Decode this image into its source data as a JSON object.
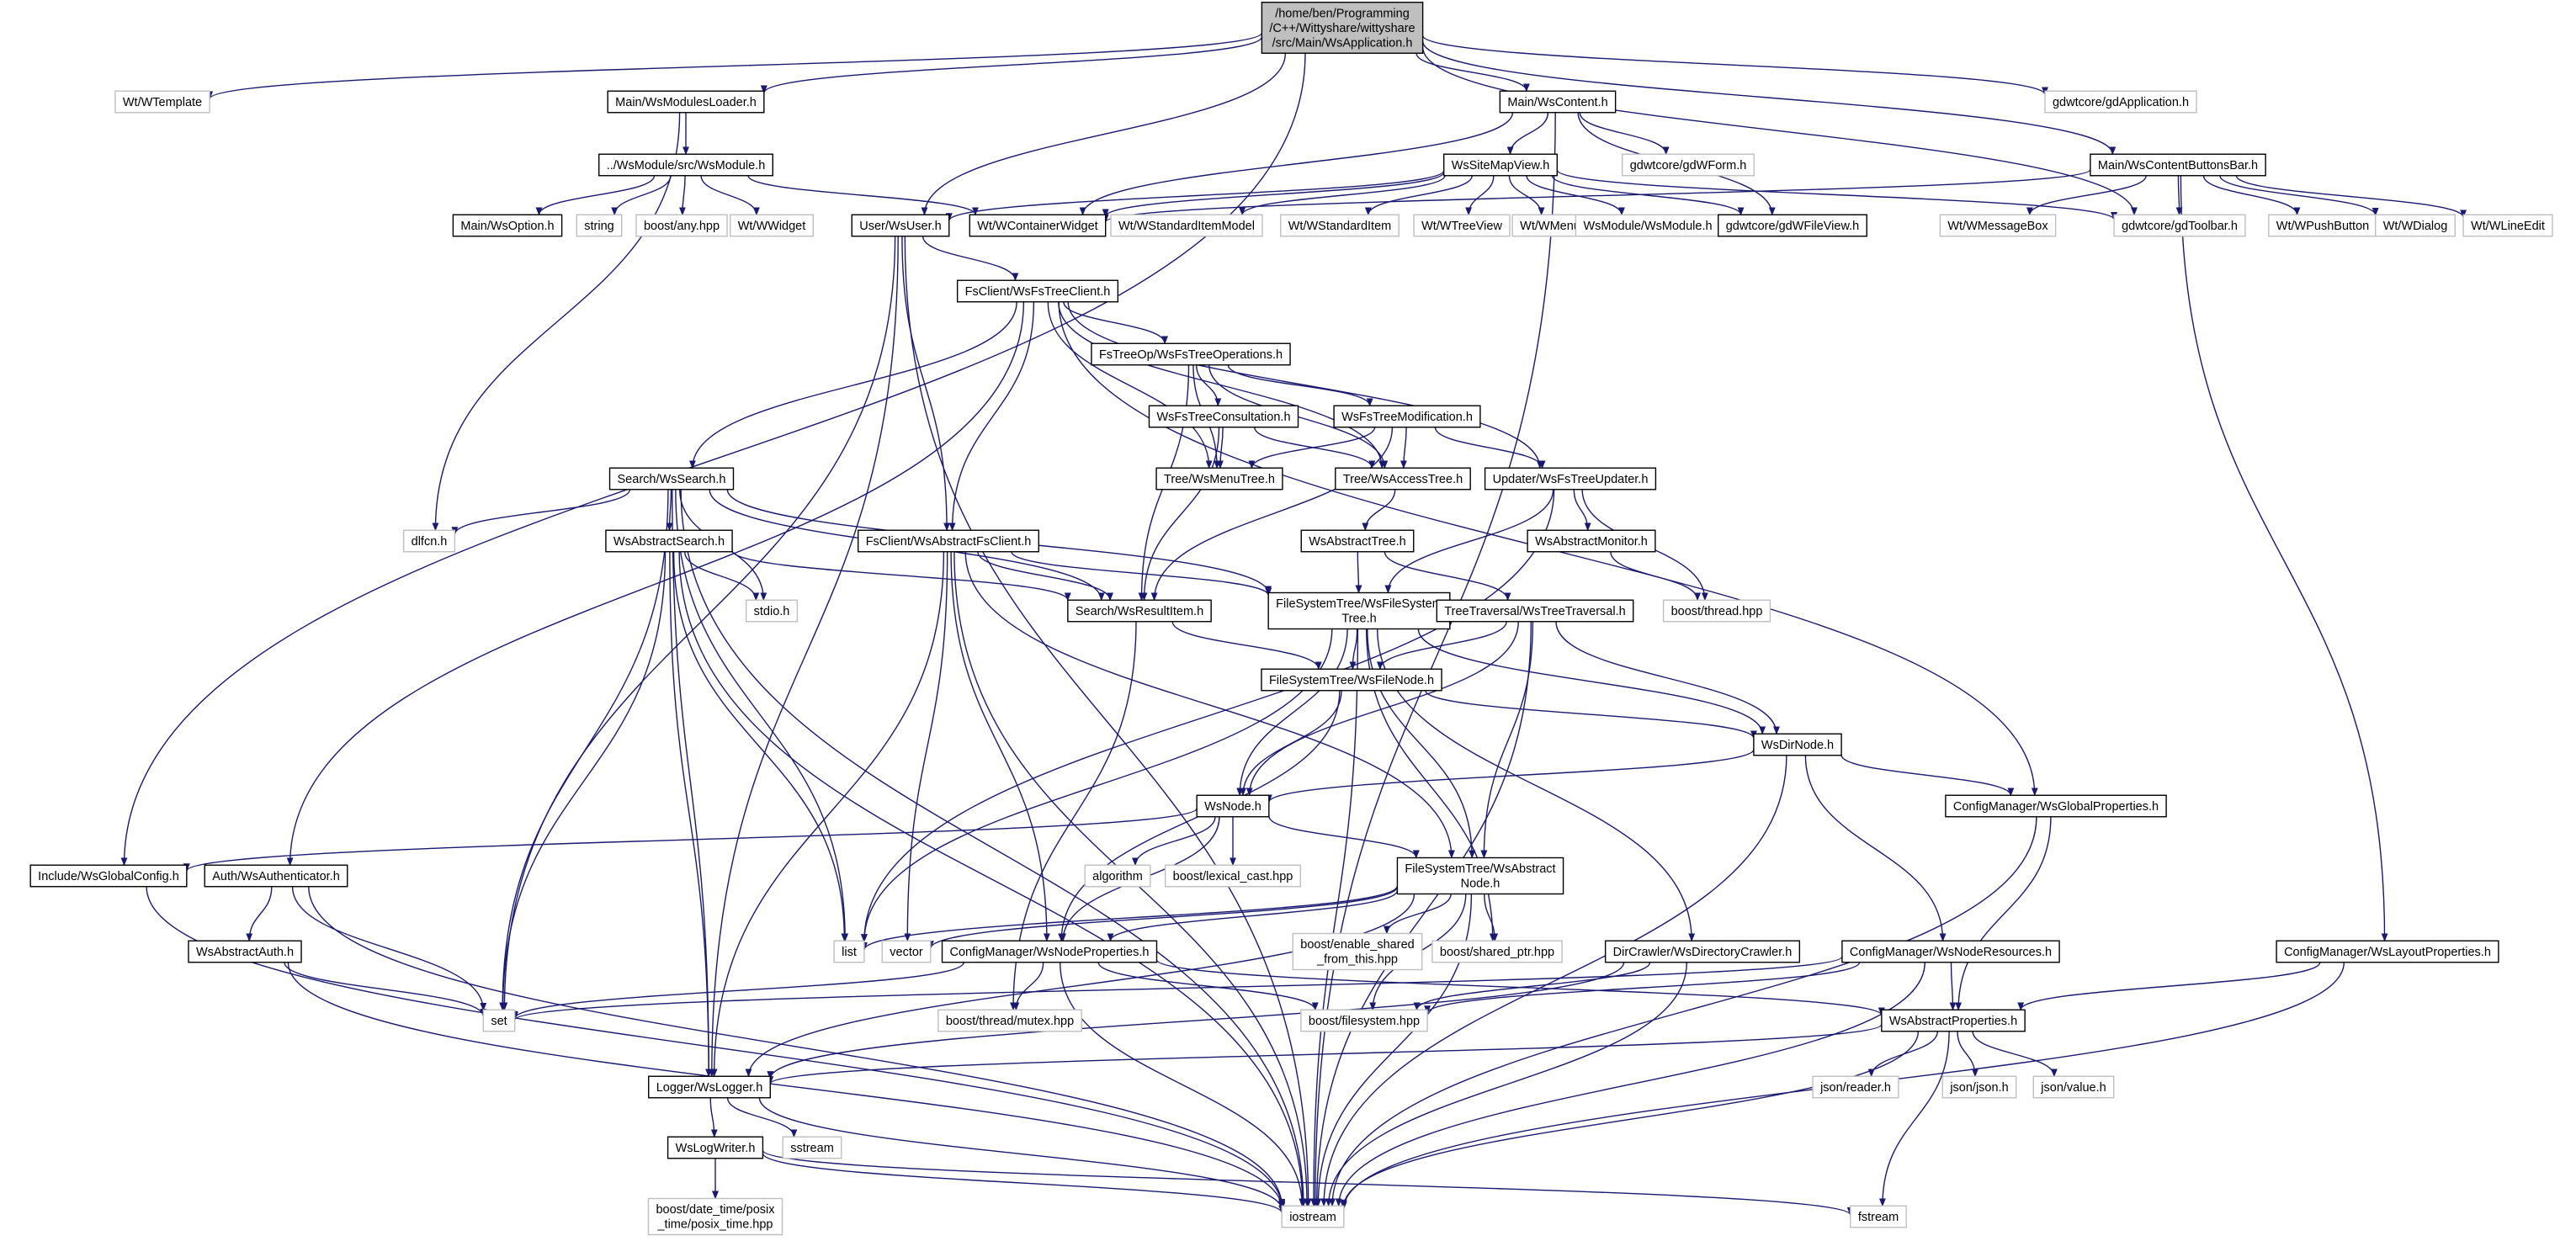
{
  "nodes": [
    {
      "id": "root",
      "lines": [
        "/home/ben/Programming",
        "/C++/Wittyshare/wittyshare",
        "/src/Main/WsApplication.h"
      ],
      "style": "root"
    },
    {
      "id": "wtemplate",
      "lines": [
        "Wt/WTemplate"
      ],
      "style": "external"
    },
    {
      "id": "modulesloader",
      "lines": [
        "Main/WsModulesLoader.h"
      ],
      "style": "local"
    },
    {
      "id": "wscontent",
      "lines": [
        "Main/WsContent.h"
      ],
      "style": "local"
    },
    {
      "id": "gdapplication",
      "lines": [
        "gdwtcore/gdApplication.h"
      ],
      "style": "external"
    },
    {
      "id": "wsmodule",
      "lines": [
        "../WsModule/src/WsModule.h"
      ],
      "style": "local"
    },
    {
      "id": "sitemapview",
      "lines": [
        "WsSiteMapView.h"
      ],
      "style": "local"
    },
    {
      "id": "gdwform",
      "lines": [
        "gdwtcore/gdWForm.h"
      ],
      "style": "external"
    },
    {
      "id": "contentbuttonsbar",
      "lines": [
        "Main/WsContentButtonsBar.h"
      ],
      "style": "local"
    },
    {
      "id": "wsoption",
      "lines": [
        "Main/WsOption.h"
      ],
      "style": "local"
    },
    {
      "id": "string",
      "lines": [
        "string"
      ],
      "style": "external"
    },
    {
      "id": "boostany",
      "lines": [
        "boost/any.hpp"
      ],
      "style": "external"
    },
    {
      "id": "wwidget",
      "lines": [
        "Wt/WWidget"
      ],
      "style": "external"
    },
    {
      "id": "wcontainerwidget",
      "lines": [
        "Wt/WContainerWidget"
      ],
      "style": "local"
    },
    {
      "id": "wsuser",
      "lines": [
        "User/WsUser.h"
      ],
      "style": "local"
    },
    {
      "id": "wstandarditemmodel",
      "lines": [
        "Wt/WStandardItemModel"
      ],
      "style": "external"
    },
    {
      "id": "wstandarditem",
      "lines": [
        "Wt/WStandardItem"
      ],
      "style": "external"
    },
    {
      "id": "wtreeview",
      "lines": [
        "Wt/WTreeView"
      ],
      "style": "external"
    },
    {
      "id": "wmenu",
      "lines": [
        "Wt/WMenu"
      ],
      "style": "external"
    },
    {
      "id": "wsmoduleh",
      "lines": [
        "WsModule/WsModule.h"
      ],
      "style": "external"
    },
    {
      "id": "gdwfileview",
      "lines": [
        "gdwtcore/gdWFileView.h"
      ],
      "style": "local"
    },
    {
      "id": "wmessagebox",
      "lines": [
        "Wt/WMessageBox"
      ],
      "style": "external"
    },
    {
      "id": "gdtoolbar",
      "lines": [
        "gdwtcore/gdToolbar.h"
      ],
      "style": "external"
    },
    {
      "id": "wpushbutton",
      "lines": [
        "Wt/WPushButton"
      ],
      "style": "external"
    },
    {
      "id": "wdialog",
      "lines": [
        "Wt/WDialog"
      ],
      "style": "external"
    },
    {
      "id": "wlineedit",
      "lines": [
        "Wt/WLineEdit"
      ],
      "style": "external"
    },
    {
      "id": "fstreeclient",
      "lines": [
        "FsClient/WsFsTreeClient.h"
      ],
      "style": "local"
    },
    {
      "id": "fstreeoperations",
      "lines": [
        "FsTreeOp/WsFsTreeOperations.h"
      ],
      "style": "local"
    },
    {
      "id": "fstreeconsultation",
      "lines": [
        "WsFsTreeConsultation.h"
      ],
      "style": "local"
    },
    {
      "id": "fstreemodification",
      "lines": [
        "WsFsTreeModification.h"
      ],
      "style": "local"
    },
    {
      "id": "wssearch",
      "lines": [
        "Search/WsSearch.h"
      ],
      "style": "local"
    },
    {
      "id": "wsmenutree",
      "lines": [
        "Tree/WsMenuTree.h"
      ],
      "style": "local"
    },
    {
      "id": "wsaccesstree",
      "lines": [
        "Tree/WsAccessTree.h"
      ],
      "style": "local"
    },
    {
      "id": "fstreeupdater",
      "lines": [
        "Updater/WsFsTreeUpdater.h"
      ],
      "style": "local"
    },
    {
      "id": "dlfcn",
      "lines": [
        "dlfcn.h"
      ],
      "style": "external"
    },
    {
      "id": "abstractsearch",
      "lines": [
        "WsAbstractSearch.h"
      ],
      "style": "local"
    },
    {
      "id": "abstractfsclient",
      "lines": [
        "FsClient/WsAbstractFsClient.h"
      ],
      "style": "local"
    },
    {
      "id": "abstracttree",
      "lines": [
        "WsAbstractTree.h"
      ],
      "style": "local"
    },
    {
      "id": "abstractmonitor",
      "lines": [
        "WsAbstractMonitor.h"
      ],
      "style": "local"
    },
    {
      "id": "stdio",
      "lines": [
        "stdio.h"
      ],
      "style": "external"
    },
    {
      "id": "resultitem",
      "lines": [
        "Search/WsResultItem.h"
      ],
      "style": "local"
    },
    {
      "id": "filesystemtree",
      "lines": [
        "FileSystemTree/WsFileSystem",
        "Tree.h"
      ],
      "style": "local"
    },
    {
      "id": "treetraversal",
      "lines": [
        "TreeTraversal/WsTreeTraversal.h"
      ],
      "style": "local"
    },
    {
      "id": "boostthread",
      "lines": [
        "boost/thread.hpp"
      ],
      "style": "external"
    },
    {
      "id": "wsfilenode",
      "lines": [
        "FileSystemTree/WsFileNode.h"
      ],
      "style": "local"
    },
    {
      "id": "wsdirnode",
      "lines": [
        "WsDirNode.h"
      ],
      "style": "local"
    },
    {
      "id": "wsnode",
      "lines": [
        "WsNode.h"
      ],
      "style": "local"
    },
    {
      "id": "globalproperties",
      "lines": [
        "ConfigManager/WsGlobalProperties.h"
      ],
      "style": "local"
    },
    {
      "id": "globalconfig",
      "lines": [
        "Include/WsGlobalConfig.h"
      ],
      "style": "local"
    },
    {
      "id": "authenticator",
      "lines": [
        "Auth/WsAuthenticator.h"
      ],
      "style": "local"
    },
    {
      "id": "algorithm",
      "lines": [
        "algorithm"
      ],
      "style": "external"
    },
    {
      "id": "lexicalcast",
      "lines": [
        "boost/lexical_cast.hpp"
      ],
      "style": "external"
    },
    {
      "id": "abstractnode",
      "lines": [
        "FileSystemTree/WsAbstract",
        "Node.h"
      ],
      "style": "local"
    },
    {
      "id": "abstractauth",
      "lines": [
        "WsAbstractAuth.h"
      ],
      "style": "local"
    },
    {
      "id": "list",
      "lines": [
        "list"
      ],
      "style": "external"
    },
    {
      "id": "vector",
      "lines": [
        "vector"
      ],
      "style": "external"
    },
    {
      "id": "nodeproperties",
      "lines": [
        "ConfigManager/WsNodeProperties.h"
      ],
      "style": "local"
    },
    {
      "id": "enableshared",
      "lines": [
        "boost/enable_shared",
        "_from_this.hpp"
      ],
      "style": "external"
    },
    {
      "id": "sharedptr",
      "lines": [
        "boost/shared_ptr.hpp"
      ],
      "style": "external"
    },
    {
      "id": "directorycrawler",
      "lines": [
        "DirCrawler/WsDirectoryCrawler.h"
      ],
      "style": "local"
    },
    {
      "id": "noderesources",
      "lines": [
        "ConfigManager/WsNodeResources.h"
      ],
      "style": "local"
    },
    {
      "id": "layoutproperties",
      "lines": [
        "ConfigManager/WsLayoutProperties.h"
      ],
      "style": "local"
    },
    {
      "id": "set",
      "lines": [
        "set"
      ],
      "style": "external"
    },
    {
      "id": "mutex",
      "lines": [
        "boost/thread/mutex.hpp"
      ],
      "style": "external"
    },
    {
      "id": "filesystem",
      "lines": [
        "boost/filesystem.hpp"
      ],
      "style": "external"
    },
    {
      "id": "abstractproperties",
      "lines": [
        "WsAbstractProperties.h"
      ],
      "style": "local"
    },
    {
      "id": "wslogger",
      "lines": [
        "Logger/WsLogger.h"
      ],
      "style": "local"
    },
    {
      "id": "jsonreader",
      "lines": [
        "json/reader.h"
      ],
      "style": "external"
    },
    {
      "id": "jsonjson",
      "lines": [
        "json/json.h"
      ],
      "style": "external"
    },
    {
      "id": "jsonvalue",
      "lines": [
        "json/value.h"
      ],
      "style": "external"
    },
    {
      "id": "sstream",
      "lines": [
        "sstream"
      ],
      "style": "external"
    },
    {
      "id": "logwriter",
      "lines": [
        "WsLogWriter.h"
      ],
      "style": "local"
    },
    {
      "id": "posixtime",
      "lines": [
        "boost/date_time/posix",
        "_time/posix_time.hpp"
      ],
      "style": "external"
    },
    {
      "id": "iostream",
      "lines": [
        "iostream"
      ],
      "style": "external"
    },
    {
      "id": "fstream",
      "lines": [
        "fstream"
      ],
      "style": "external"
    }
  ],
  "edges": [
    [
      "root",
      "wtemplate"
    ],
    [
      "root",
      "modulesloader"
    ],
    [
      "root",
      "wscontent"
    ],
    [
      "root",
      "gdapplication"
    ],
    [
      "root",
      "wsuser"
    ],
    [
      "root",
      "contentbuttonsbar"
    ],
    [
      "root",
      "globalconfig"
    ],
    [
      "root",
      "gdtoolbar"
    ],
    [
      "modulesloader",
      "wsmodule"
    ],
    [
      "modulesloader",
      "dlfcn"
    ],
    [
      "wsmodule",
      "wsoption"
    ],
    [
      "wsmodule",
      "string"
    ],
    [
      "wsmodule",
      "boostany"
    ],
    [
      "wsmodule",
      "wwidget"
    ],
    [
      "wsmodule",
      "wcontainerwidget"
    ],
    [
      "wscontent",
      "sitemapview"
    ],
    [
      "wscontent",
      "gdwform"
    ],
    [
      "wscontent",
      "gdwfileview"
    ],
    [
      "wscontent",
      "wcontainerwidget"
    ],
    [
      "wscontent",
      "iostream"
    ],
    [
      "sitemapview",
      "wcontainerwidget"
    ],
    [
      "sitemapview",
      "wstandarditemmodel"
    ],
    [
      "sitemapview",
      "wstandarditem"
    ],
    [
      "sitemapview",
      "wtreeview"
    ],
    [
      "sitemapview",
      "wmenu"
    ],
    [
      "sitemapview",
      "wsmoduleh"
    ],
    [
      "sitemapview",
      "gdwfileview"
    ],
    [
      "sitemapview",
      "gdtoolbar"
    ],
    [
      "sitemapview",
      "wsuser"
    ],
    [
      "contentbuttonsbar",
      "wmessagebox"
    ],
    [
      "contentbuttonsbar",
      "gdtoolbar"
    ],
    [
      "contentbuttonsbar",
      "wpushbutton"
    ],
    [
      "contentbuttonsbar",
      "wdialog"
    ],
    [
      "contentbuttonsbar",
      "wlineedit"
    ],
    [
      "contentbuttonsbar",
      "wcontainerwidget"
    ],
    [
      "contentbuttonsbar",
      "layoutproperties"
    ],
    [
      "wsuser",
      "fstreeclient"
    ],
    [
      "wsuser",
      "abstractfsclient"
    ],
    [
      "wsuser",
      "set"
    ],
    [
      "wsuser",
      "wslogger"
    ],
    [
      "wsuser",
      "iostream"
    ],
    [
      "fstreeclient",
      "fstreeoperations"
    ],
    [
      "fstreeclient",
      "wssearch"
    ],
    [
      "fstreeclient",
      "wsmenutree"
    ],
    [
      "fstreeclient",
      "wsaccesstree"
    ],
    [
      "fstreeclient",
      "fstreeupdater"
    ],
    [
      "fstreeclient",
      "abstractfsclient"
    ],
    [
      "fstreeclient",
      "globalproperties"
    ],
    [
      "fstreeclient",
      "authenticator"
    ],
    [
      "fstreeoperations",
      "fstreeconsultation"
    ],
    [
      "fstreeoperations",
      "fstreemodification"
    ],
    [
      "fstreeoperations",
      "resultitem"
    ],
    [
      "fstreeoperations",
      "wsmenutree"
    ],
    [
      "fstreeoperations",
      "wsaccesstree"
    ],
    [
      "fstreeconsultation",
      "wsmenutree"
    ],
    [
      "fstreeconsultation",
      "wsaccesstree"
    ],
    [
      "fstreeconsultation",
      "resultitem"
    ],
    [
      "fstreemodification",
      "wsmenutree"
    ],
    [
      "fstreemodification",
      "wsaccesstree"
    ],
    [
      "fstreemodification",
      "fstreeupdater"
    ],
    [
      "fstreemodification",
      "resultitem"
    ],
    [
      "wsaccesstree",
      "abstracttree"
    ],
    [
      "abstracttree",
      "filesystemtree"
    ],
    [
      "abstracttree",
      "treetraversal"
    ],
    [
      "fstreeupdater",
      "abstractmonitor"
    ],
    [
      "fstreeupdater",
      "boostthread"
    ],
    [
      "fstreeupdater",
      "filesystemtree"
    ],
    [
      "fstreeupdater",
      "list"
    ],
    [
      "abstractmonitor",
      "boostthread"
    ],
    [
      "wssearch",
      "abstractsearch"
    ],
    [
      "wssearch",
      "dlfcn"
    ],
    [
      "wssearch",
      "stdio"
    ],
    [
      "wssearch",
      "resultitem"
    ],
    [
      "wssearch",
      "filesystemtree"
    ],
    [
      "wssearch",
      "set"
    ],
    [
      "wssearch",
      "list"
    ],
    [
      "wssearch",
      "wslogger"
    ],
    [
      "wssearch",
      "iostream"
    ],
    [
      "abstractsearch",
      "stdio"
    ],
    [
      "abstractsearch",
      "resultitem"
    ],
    [
      "abstractsearch",
      "set"
    ],
    [
      "abstractsearch",
      "list"
    ],
    [
      "abstractsearch",
      "wslogger"
    ],
    [
      "abstractsearch",
      "iostream"
    ],
    [
      "abstractfsclient",
      "resultitem"
    ],
    [
      "abstractfsclient",
      "filesystemtree"
    ],
    [
      "abstractfsclient",
      "abstractnode"
    ],
    [
      "abstractfsclient",
      "vector"
    ],
    [
      "abstractfsclient",
      "nodeproperties"
    ],
    [
      "abstractfsclient",
      "wslogger"
    ],
    [
      "abstractfsclient",
      "iostream"
    ],
    [
      "resultitem",
      "wsfilenode"
    ],
    [
      "resultitem",
      "mutex"
    ],
    [
      "filesystemtree",
      "wsfilenode"
    ],
    [
      "filesystemtree",
      "wsdirnode"
    ],
    [
      "filesystemtree",
      "wsnode"
    ],
    [
      "filesystemtree",
      "abstractnode"
    ],
    [
      "filesystemtree",
      "directorycrawler"
    ],
    [
      "filesystemtree",
      "sharedptr"
    ],
    [
      "filesystemtree",
      "list"
    ],
    [
      "filesystemtree",
      "iostream"
    ],
    [
      "treetraversal",
      "wsfilenode"
    ],
    [
      "treetraversal",
      "wsdirnode"
    ],
    [
      "treetraversal",
      "wsnode"
    ],
    [
      "treetraversal",
      "abstractnode"
    ],
    [
      "treetraversal",
      "iostream"
    ],
    [
      "wsfilenode",
      "wsnode"
    ],
    [
      "wsfilenode",
      "wsdirnode"
    ],
    [
      "wsfilenode",
      "nodeproperties"
    ],
    [
      "wsdirnode",
      "wsnode"
    ],
    [
      "wsdirnode",
      "globalproperties"
    ],
    [
      "wsdirnode",
      "noderesources"
    ],
    [
      "wsdirnode",
      "iostream"
    ],
    [
      "wsnode",
      "abstractnode"
    ],
    [
      "wsnode",
      "algorithm"
    ],
    [
      "wsnode",
      "lexicalcast"
    ],
    [
      "wsnode",
      "globalconfig"
    ],
    [
      "wsnode",
      "nodeproperties"
    ],
    [
      "abstractnode",
      "nodeproperties"
    ],
    [
      "abstractnode",
      "list"
    ],
    [
      "abstractnode",
      "vector"
    ],
    [
      "abstractnode",
      "enableshared"
    ],
    [
      "abstractnode",
      "sharedptr"
    ],
    [
      "abstractnode",
      "filesystem"
    ],
    [
      "abstractnode",
      "wslogger"
    ],
    [
      "abstractnode",
      "iostream"
    ],
    [
      "nodeproperties",
      "set"
    ],
    [
      "nodeproperties",
      "mutex"
    ],
    [
      "nodeproperties",
      "filesystem"
    ],
    [
      "nodeproperties",
      "abstractproperties"
    ],
    [
      "nodeproperties",
      "iostream"
    ],
    [
      "globalproperties",
      "abstractproperties"
    ],
    [
      "globalproperties",
      "iostream"
    ],
    [
      "noderesources",
      "abstractproperties"
    ],
    [
      "noderesources",
      "set"
    ],
    [
      "noderesources",
      "filesystem"
    ],
    [
      "noderesources",
      "iostream"
    ],
    [
      "layoutproperties",
      "abstractproperties"
    ],
    [
      "layoutproperties",
      "iostream"
    ],
    [
      "directorycrawler",
      "filesystem"
    ],
    [
      "directorycrawler",
      "wslogger"
    ],
    [
      "directorycrawler",
      "iostream"
    ],
    [
      "abstractproperties",
      "wslogger"
    ],
    [
      "abstractproperties",
      "jsonreader"
    ],
    [
      "abstractproperties",
      "jsonjson"
    ],
    [
      "abstractproperties",
      "jsonvalue"
    ],
    [
      "abstractproperties",
      "iostream"
    ],
    [
      "abstractproperties",
      "fstream"
    ],
    [
      "globalconfig",
      "iostream"
    ],
    [
      "authenticator",
      "abstractauth"
    ],
    [
      "authenticator",
      "set"
    ],
    [
      "authenticator",
      "iostream"
    ],
    [
      "abstractauth",
      "set"
    ],
    [
      "abstractauth",
      "iostream"
    ],
    [
      "wslogger",
      "logwriter"
    ],
    [
      "wslogger",
      "sstream"
    ],
    [
      "wslogger",
      "iostream"
    ],
    [
      "logwriter",
      "posixtime"
    ],
    [
      "logwriter",
      "fstream"
    ],
    [
      "logwriter",
      "iostream"
    ]
  ],
  "colors": {
    "edge": "#191970",
    "root_fill": "#bfbfbf",
    "local_border": "#000000",
    "external_border": "#bfbfbf",
    "text": "#000000"
  }
}
